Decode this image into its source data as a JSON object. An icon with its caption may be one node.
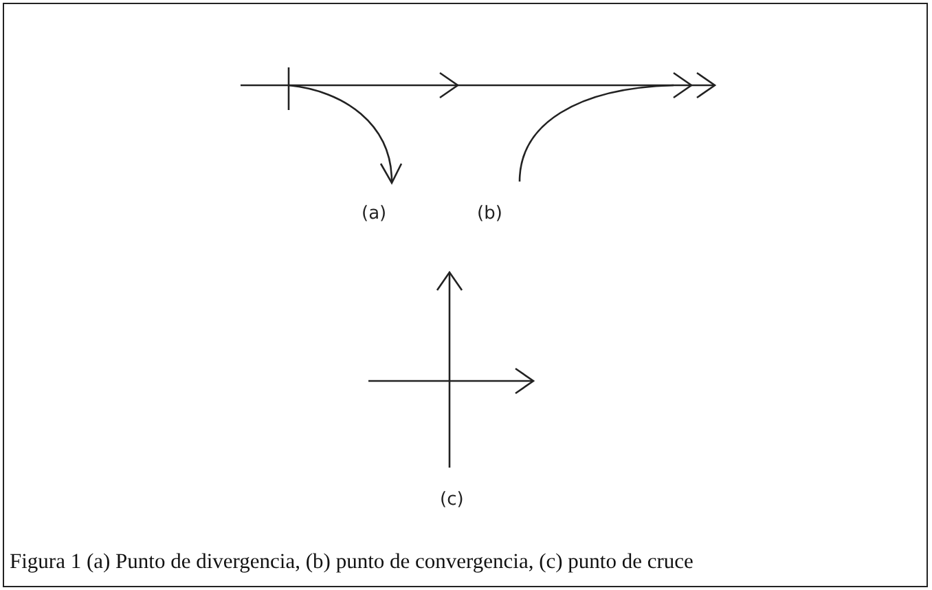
{
  "diagram": {
    "caption": "Figura 1 (a) Punto de divergencia, (b) punto de convergencia, (c) punto de cruce",
    "labels": [
      "(a)",
      "(b)",
      "(c)"
    ]
  }
}
